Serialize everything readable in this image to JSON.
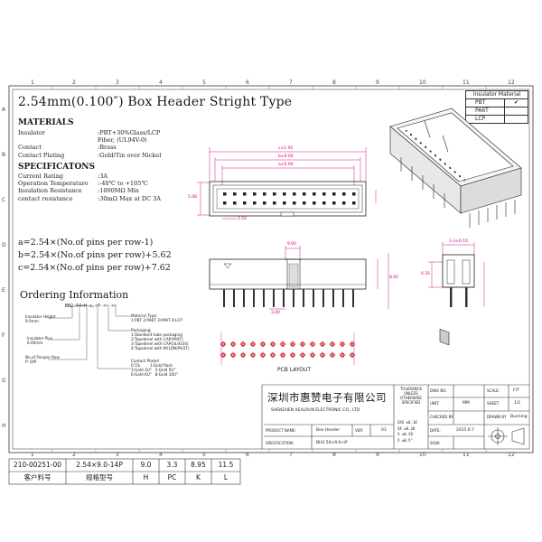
{
  "title": "2.54mm(0.100″) Box Header Stright Type",
  "materials": {
    "heading": "MATERIALS",
    "rows": [
      {
        "label": "Insulator",
        "value": ":PBT+30%Glass/LCP"
      },
      {
        "label": "",
        "value": " Fiber, (UL94V-0)"
      },
      {
        "label": "Contact",
        "value": ":Brass"
      },
      {
        "label": "Contact Plating",
        "value": ":Gold/Tin over Nickel"
      }
    ]
  },
  "specs": {
    "heading": "SPECIFICATONS",
    "rows": [
      {
        "label": "Current Rating",
        "value": ":3A"
      },
      {
        "label": "Operation Temperature",
        "value": ":-40℃ to +105℃"
      },
      {
        "label": "Insulation Resistance",
        "value": ":1000MΩ Min"
      },
      {
        "label": "contact resistance",
        "value": ":30mΩ Max at DC 3A"
      }
    ]
  },
  "formulas": [
    "a=2.54×(No.of pins per row-1)",
    "b=2.54×(No.of pins per row)+5.62",
    "c=2.54×(No.of pins per row)+7.62"
  ],
  "ordering": {
    "heading": "Ordering Information",
    "code": "BH2.54×H-×-×P-××-××",
    "left_notes": [
      "Insulator Height\n9.0mm",
      "Insulator Pins\n6.00mm",
      "No.of Pinsper Row\nP: DIP"
    ],
    "material_type": "Material Type:\n1:PBT 2:PA6T 3:PA9T 4:LCP",
    "packaging": "Packaging:\n1:Standard tube packaging\n2:Tapedreel with CAP(PA9T)\n3:Tapedreel with CAP(UL9334)\n4:Tapedreel with NYLON(PH37)",
    "plating": "Contact Plated\n0:Tin        1:Gold flash\n3:Gold 3U\"   5:Gold 5U\"\n6:Gold 6U\"   8:Gold 10U\""
  },
  "insulator_table": {
    "header": "Insulator Material",
    "rows": [
      {
        "name": "PBT",
        "check": "✔"
      },
      {
        "name": "PA6T",
        "check": ""
      },
      {
        "name": "LCP",
        "check": ""
      }
    ]
  },
  "dimensions": {
    "c": "c±1.00",
    "b": "b±0.00",
    "a": "a±0.00",
    "pitch": "2.54",
    "side_w": "5.08",
    "depth": "9.00",
    "side_top": "3.3±0.10",
    "height": "8.95",
    "side_h": "6.35",
    "pin_len": "3.00"
  },
  "pcb_label": "PCB LAYOUT",
  "grid_top": [
    "1",
    "2",
    "3",
    "4",
    "5",
    "6",
    "7",
    "8",
    "9",
    "10",
    "11",
    "12"
  ],
  "grid_bottom": [
    "1",
    "2",
    "3",
    "4",
    "5",
    "6",
    "7",
    "8",
    "9",
    "10",
    "11",
    "12"
  ],
  "grid_left": [
    "A",
    "B",
    "C",
    "D",
    "E",
    "F",
    "G",
    "H"
  ],
  "company": {
    "cn": "深圳市惠赞电子有限公司",
    "en": "SHENZHEN XEALRUN ELECTRONIC CO., LTD"
  },
  "tolerance": {
    "head": "TOLERANCE\nUNLESS\nOTHERWISE\nSPECIFIED",
    "lines": [
      "XXX ±0.10",
      "XX  ±0.20",
      "X   ±0.30",
      "X   ±0.5°"
    ]
  },
  "title_block": {
    "dwg_no_label": "DWG NO.",
    "scale_label": "SCALE:",
    "scale_value": "FIT",
    "unit_label": "UNIT:",
    "unit_value": "MM",
    "sheet_label": "SHEET:",
    "sheet_value": "1/1",
    "product_label": "PRODUCT NAME:",
    "product_value": "Box Header",
    "ver_label": "VER:",
    "ver_value": "03",
    "checked_label": "CHECKED BY:",
    "drawn_label": "DRAWN BY",
    "drawn_value": "Bunning",
    "spec_label": "SPECIFICATION:",
    "spec_value": "BH2.54×9.0-nP",
    "date_label": "DATE:",
    "date_value": "2015.6.7",
    "sign_label": "SIGN:"
  },
  "bottom_row": {
    "values": [
      "210-00251-00",
      "2.54×9.0-14P",
      "9.0",
      "3.3",
      "8.95",
      "11.5"
    ],
    "labels": [
      "客户料号",
      "规格型号",
      "H",
      "PC",
      "K",
      "L"
    ]
  }
}
